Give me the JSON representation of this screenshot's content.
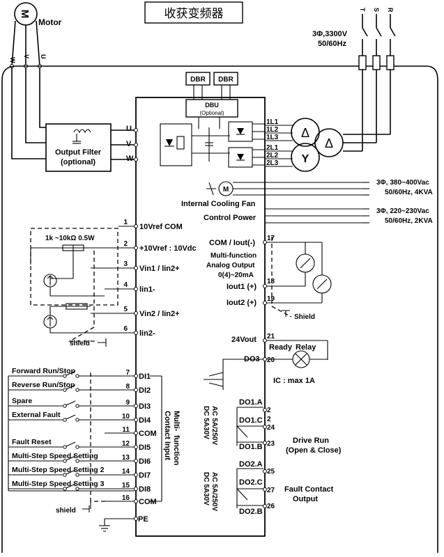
{
  "title": "收获变频器",
  "motor": {
    "symbol": "M",
    "label": "Motor",
    "terminals": [
      "W",
      "V",
      "U"
    ]
  },
  "supply_high": {
    "line1": "3Φ,3300V",
    "line2": "50/60Hz",
    "phases": [
      "T",
      "S",
      "R"
    ]
  },
  "dbr": [
    "DBR",
    "DBR"
  ],
  "dbu": {
    "line1": "DBU",
    "line2": "(Optional)"
  },
  "output_filter": {
    "line1": "Output Filter",
    "line2": "(optional)"
  },
  "output_terminals": [
    "U",
    "V",
    "W"
  ],
  "transformer_terminals": [
    "1L1",
    "1L2",
    "1L3",
    "2L1",
    "2L2",
    "2L3"
  ],
  "transformer_symbols": [
    "Δ",
    "Δ",
    "Y"
  ],
  "fan": {
    "symbol": "M",
    "label": "Internal Cooling Fan"
  },
  "control_power": "Control Power",
  "fan_supply": {
    "line1": "3Φ,   380~400Vac",
    "line2": "50/60Hz, 4KVA"
  },
  "control_supply": {
    "line1": "3Φ,   220~230Vac",
    "line2": "50/60Hz, 2KVA"
  },
  "pot": {
    "label": "1k ~10kΩ  0.5W"
  },
  "analog_in": [
    {
      "num": "1",
      "label": "10Vref COM"
    },
    {
      "num": "2",
      "label": "+10Vref : 10Vdc"
    },
    {
      "num": "3",
      "label": "Vin1 / lin2+"
    },
    {
      "num": "4",
      "label": "lin1-"
    },
    {
      "num": "5",
      "label": "Vin2 / lin2+"
    },
    {
      "num": "6",
      "label": "lin2-"
    }
  ],
  "shield_labels": [
    "shield",
    "Shield",
    "shield"
  ],
  "analog_out": {
    "com_label": "COM / Iout(-)",
    "title": [
      "Multi-function",
      "Analog Output",
      "0(4)~20mA"
    ],
    "iout1": "Iout1 (+)",
    "iout2": "Iout2 (+)",
    "nums": [
      "17",
      "18",
      "19"
    ]
  },
  "relay": {
    "v24": "24Vout",
    "n21": "21",
    "ready": "Ready",
    "relay": "Relay",
    "do3": "DO3",
    "n20": "20",
    "ic": "IC : max 1A"
  },
  "di_inputs": [
    {
      "label": "Forward Run/Stop",
      "num": "7",
      "term": "DI1"
    },
    {
      "label": "Reverse Run/Stop",
      "num": "8",
      "term": "DI2"
    },
    {
      "label": "Spare",
      "num": "9",
      "term": "DI3"
    },
    {
      "label": "External Fault",
      "num": "10",
      "term": "DI4"
    },
    {
      "label": "",
      "num": "11",
      "term": "COM"
    },
    {
      "label": "Fault Reset",
      "num": "12",
      "term": "DI5"
    },
    {
      "label": "Multi-Step Speed Setting",
      "num": "13",
      "term": "DI6"
    },
    {
      "label": "Multi-Step Speed Setting 2",
      "num": "14",
      "term": "DI7"
    },
    {
      "label": "Multi-Step Speed Setting 3",
      "num": "15",
      "term": "DI8"
    },
    {
      "label": "",
      "num": "16",
      "term": "COM"
    }
  ],
  "mf_contact": [
    "Multi-",
    "function",
    "Contact Input"
  ],
  "pe": "PE",
  "do_outputs": {
    "rating": [
      "AC 5A/250V",
      "DC 5A30V"
    ],
    "do1a": "DO1.A",
    "do1c": "DO1.C",
    "do1b": "DO1.B",
    "n2a": "2",
    "n2b": "2",
    "n24": "24",
    "n23": "23",
    "drive_run": [
      "Drive Run",
      "(Open & Close)"
    ],
    "do2a": "DO2.A",
    "do2c": "DO2.C",
    "do2b": "DO2.B",
    "n25": "25",
    "n27": "27",
    "n26": "26",
    "fault": [
      "Fault Contact",
      "Output"
    ]
  }
}
